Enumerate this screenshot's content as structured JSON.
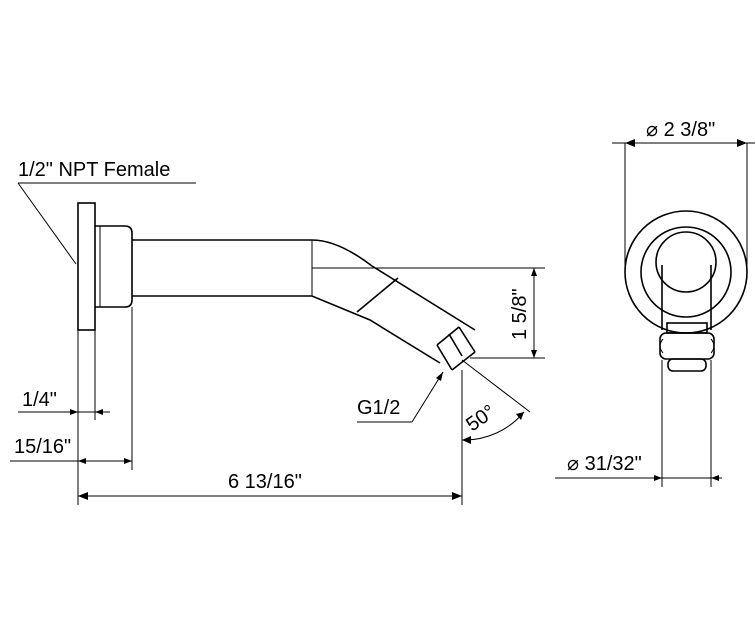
{
  "labels": {
    "inlet": "1/2\" NPT Female",
    "flange_thickness": "1/4\"",
    "flange_depth": "15/16\"",
    "length": "6 13/16\"",
    "drop": "1 5/8\"",
    "outlet_thread": "G1/2",
    "angle": "50°",
    "flange_diameter": "⌀ 2 3/8\"",
    "outlet_diameter": "⌀ 31/32\""
  }
}
